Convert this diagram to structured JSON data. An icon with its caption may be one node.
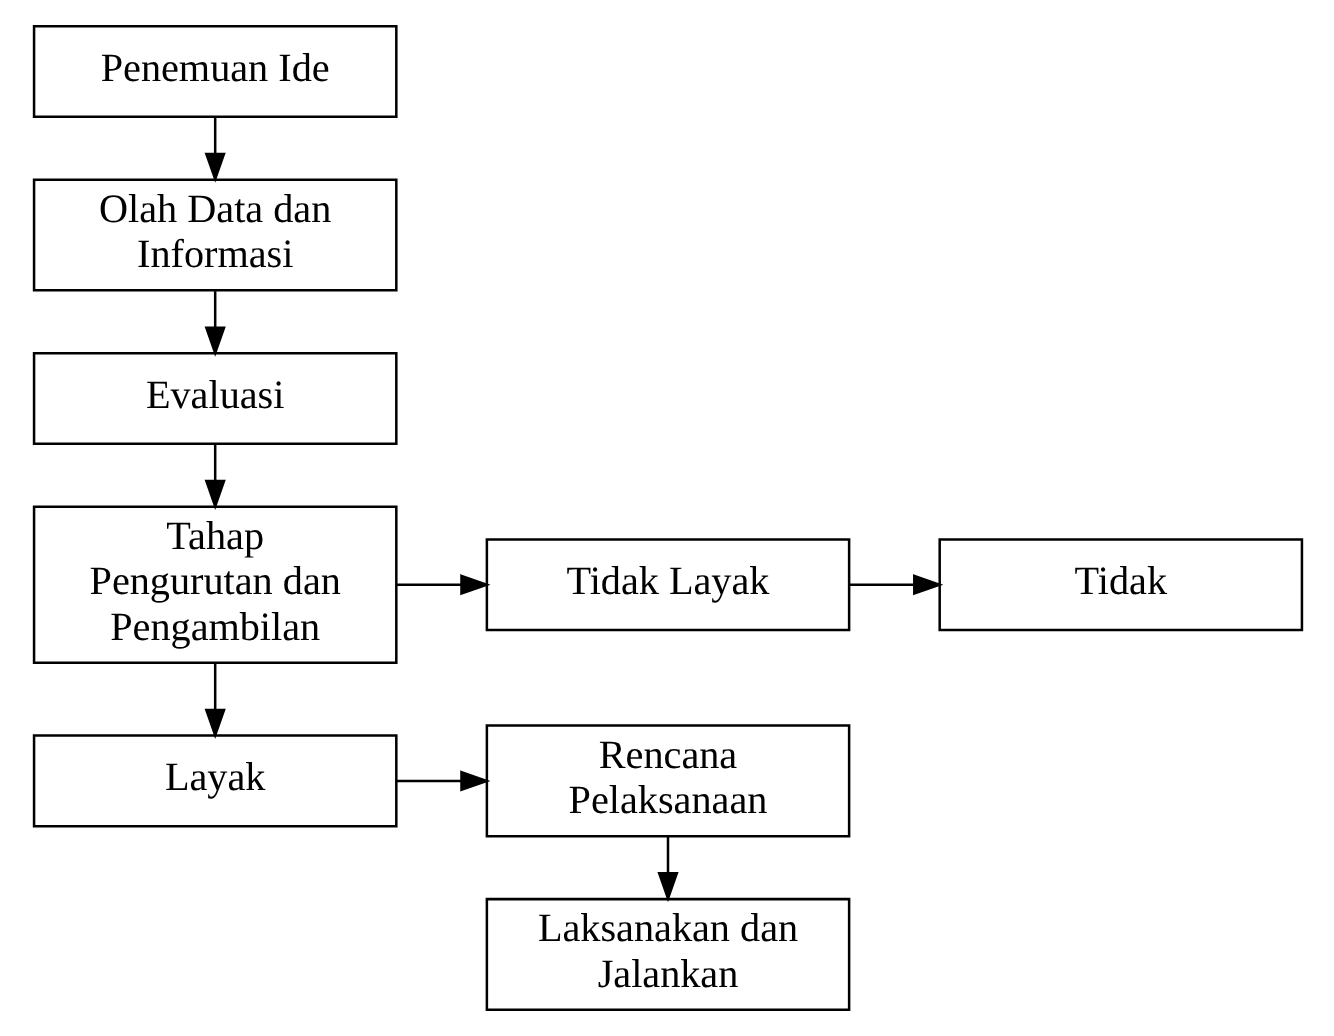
{
  "diagram": {
    "nodes": [
      {
        "text": [
          "Penemuan Ide"
        ]
      },
      {
        "text": [
          "Olah Data dan Informasi"
        ]
      },
      {
        "text": [
          "Evaluasi"
        ]
      },
      {
        "text": [
          "Tahap Pengurutan dan Pengambilan"
        ]
      },
      {
        "text": [
          "Tidak Layak"
        ]
      },
      {
        "text": [
          "Tidak"
        ]
      },
      {
        "text": [
          "Layak"
        ]
      },
      {
        "text": [
          "Rencana Pelaksanaan"
        ]
      },
      {
        "text": [
          "Laksanakan dan Jalankan"
        ]
      }
    ],
    "edges": [
      {
        "from": 0,
        "to": 1,
        "arrow": "to"
      },
      {
        "from": 1,
        "to": 2,
        "arrow": "to"
      },
      {
        "from": 2,
        "to": 3,
        "arrow": "to"
      },
      {
        "from": 3,
        "to": 4,
        "arrow": "to"
      },
      {
        "from": 4,
        "to": 5,
        "arrow": "to"
      },
      {
        "from": 3,
        "to": 6,
        "arrow": "to"
      },
      {
        "from": 6,
        "to": 7,
        "arrow": "to"
      },
      {
        "from": 7,
        "to": 8,
        "arrow": "to"
      }
    ]
  }
}
